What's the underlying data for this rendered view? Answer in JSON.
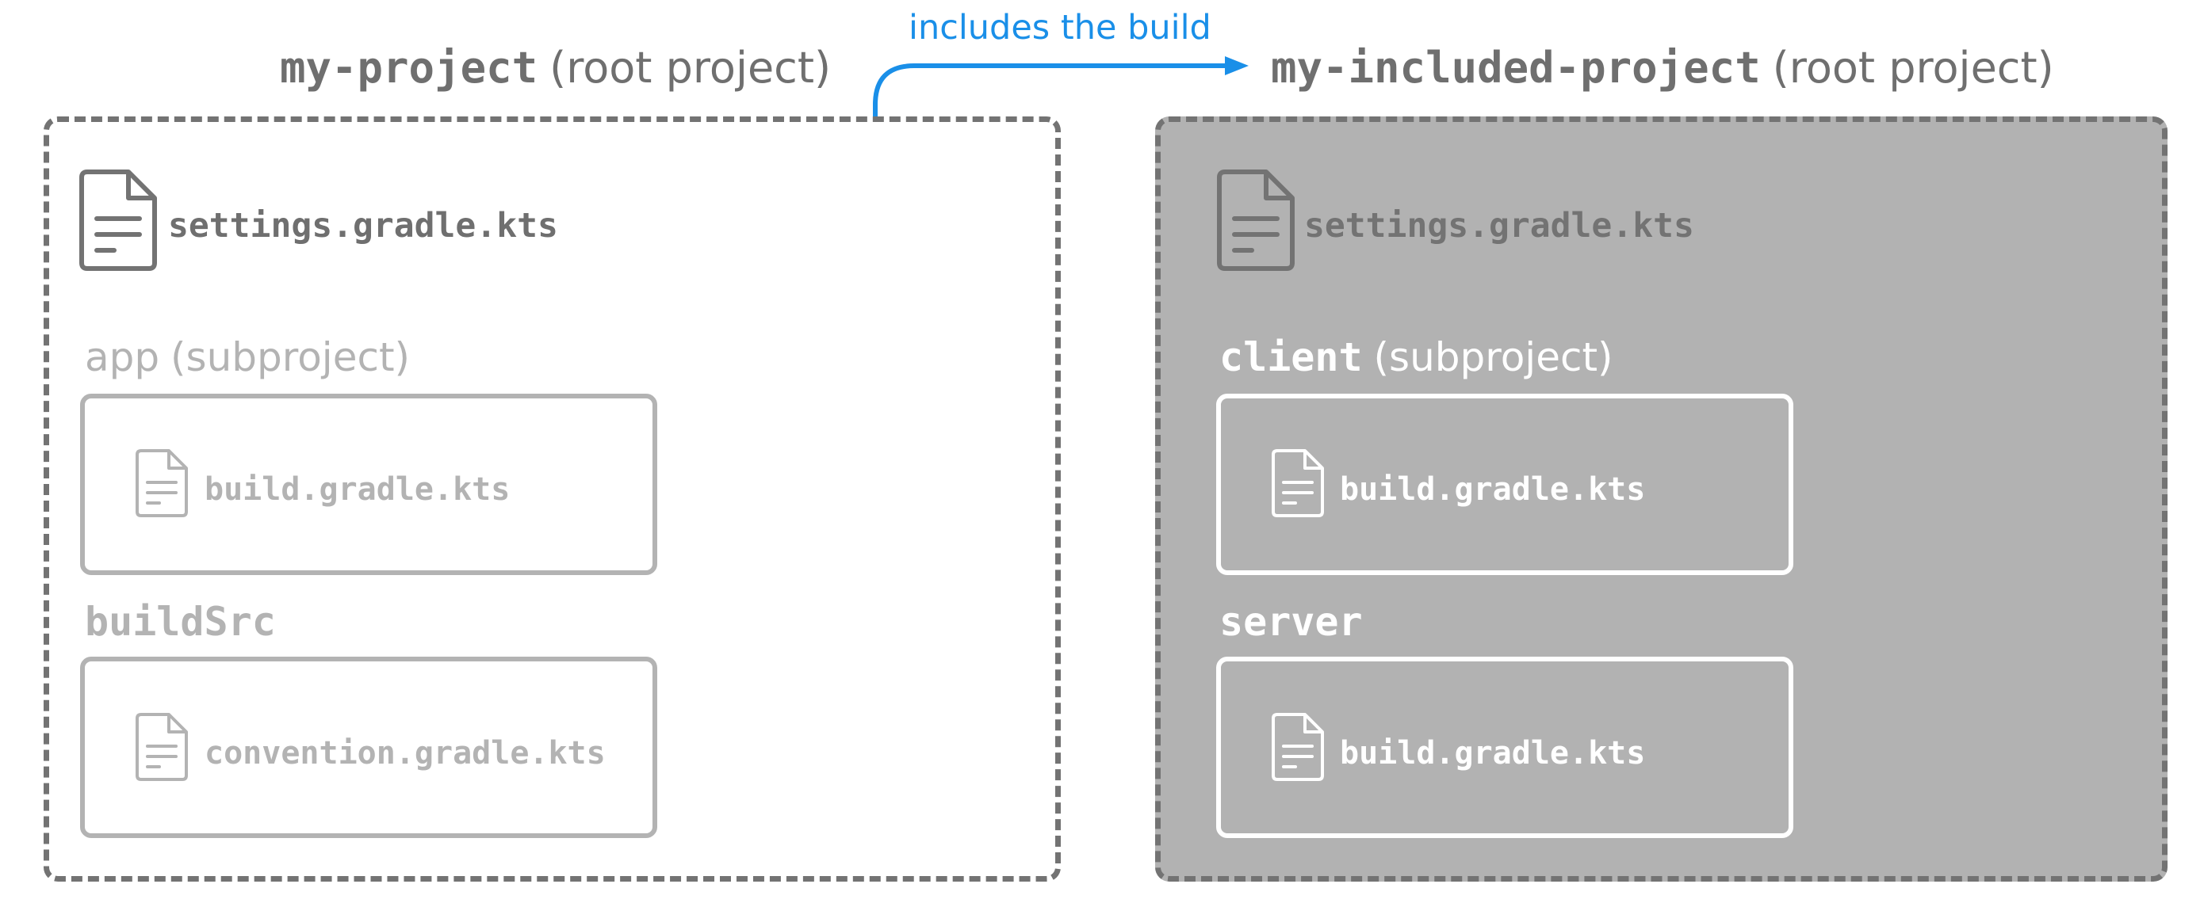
{
  "link": {
    "label": "includes the build",
    "color": "#1a8fe8"
  },
  "left_project": {
    "name": "my-project",
    "role": "(root project)",
    "settings_file": "settings.gradle.kts",
    "subprojects": [
      {
        "name": "app",
        "role": "(subproject)",
        "file": "build.gradle.kts"
      },
      {
        "name": "buildSrc",
        "role": "",
        "file": "convention.gradle.kts"
      }
    ]
  },
  "right_project": {
    "name": "my-included-project",
    "role": "(root project)",
    "settings_file": "settings.gradle.kts",
    "subprojects": [
      {
        "name": "client",
        "role": "(subproject)",
        "file": "build.gradle.kts"
      },
      {
        "name": "server",
        "role": "",
        "file": "build.gradle.kts"
      }
    ]
  },
  "icons": {
    "file": "document-icon"
  },
  "colors": {
    "border_dark": "#737373",
    "text_dark": "#6f6f6f",
    "text_light": "#b3b3b3",
    "included_fill": "#b2b2b2",
    "included_text": "#ffffff",
    "arrow": "#1a8fe8"
  }
}
